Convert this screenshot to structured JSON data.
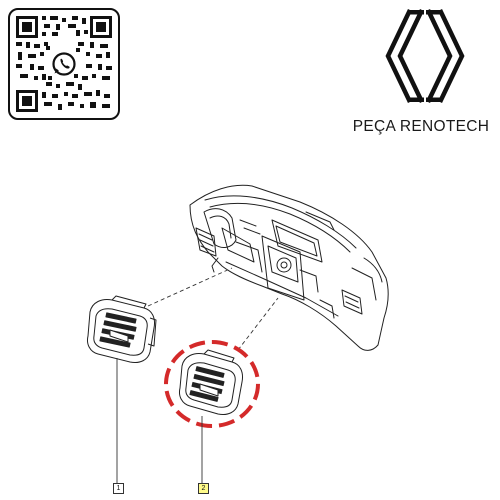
{
  "brand": {
    "name": "PEÇA RENOTECH",
    "logo_icon": "renault-diamond-icon",
    "qr_icon": "whatsapp-qr-code-icon"
  },
  "diagram": {
    "callouts": [
      {
        "number": "1"
      },
      {
        "number": "2"
      }
    ],
    "highlight_color": "#d42a2a",
    "highlighted_part": "2"
  }
}
